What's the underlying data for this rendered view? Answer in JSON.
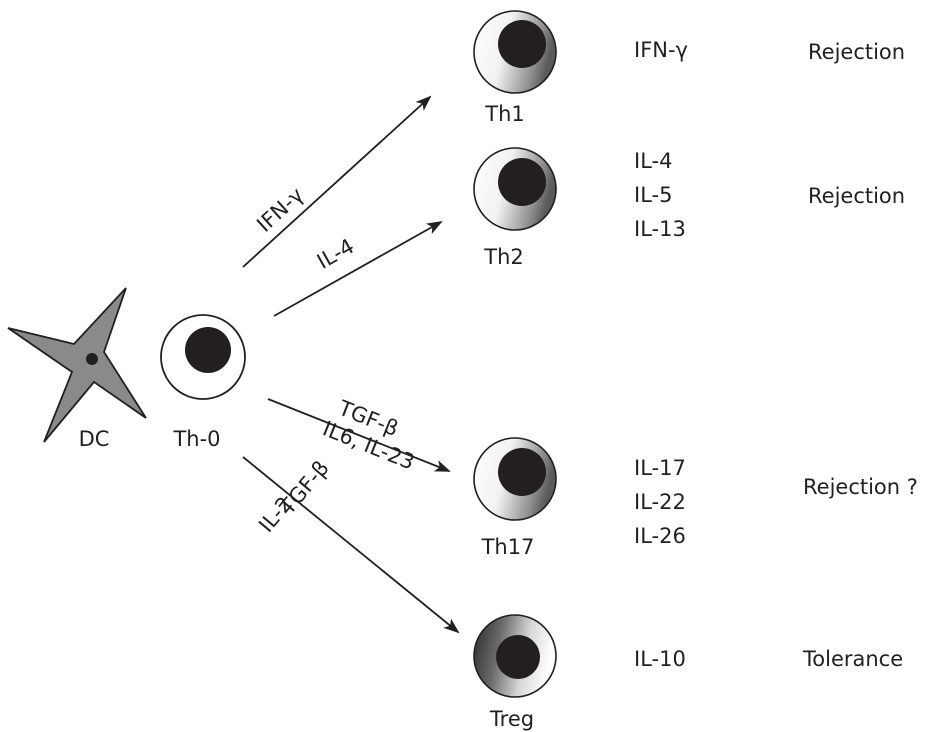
{
  "colors": {
    "ink": "#231f20",
    "dc_fill": "#8a8a8a",
    "background": "#ffffff"
  },
  "nodes": {
    "dc": {
      "label": "DC"
    },
    "th0": {
      "label": "Th-0"
    },
    "th1": {
      "label": "Th1"
    },
    "th2": {
      "label": "Th2"
    },
    "th17": {
      "label": "Th17"
    },
    "treg": {
      "label": "Treg"
    }
  },
  "edges": {
    "th1": {
      "label": "IFN-γ"
    },
    "th2": {
      "label": "IL-4"
    },
    "th17": {
      "label_line1": "TGF-β",
      "label_line2": "IL6, IL-23"
    },
    "treg": {
      "label_line1": "TGF-β",
      "label_line2": "IL-2"
    }
  },
  "cytokines": {
    "th1": [
      "IFN-γ"
    ],
    "th2": [
      "IL-4",
      "IL-5",
      "IL-13"
    ],
    "th17": [
      "IL-17",
      "IL-22",
      "IL-26"
    ],
    "treg": [
      "IL-10"
    ]
  },
  "outcomes": {
    "th1": "Rejection",
    "th2": "Rejection",
    "th17": "Rejection ?",
    "treg": "Tolerance"
  }
}
